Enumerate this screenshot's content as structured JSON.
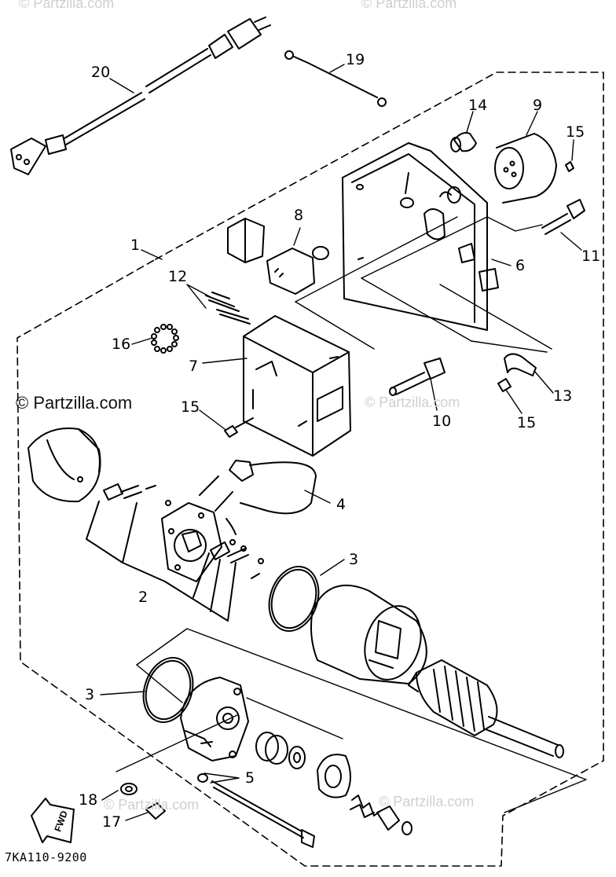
{
  "watermarks": {
    "primary": "© Partzilla.com",
    "faint": "© Partzilla.com"
  },
  "diagram_code": "7KA110-9200",
  "fwd_label": "FWD",
  "callouts": {
    "c1": "1",
    "c2": "2",
    "c3a": "3",
    "c3b": "3",
    "c4": "4",
    "c5": "5",
    "c6": "6",
    "c7": "7",
    "c8": "8",
    "c9": "9",
    "c10": "10",
    "c11": "11",
    "c12": "12",
    "c13": "13",
    "c14": "14",
    "c15a": "15",
    "c15b": "15",
    "c15c": "15",
    "c16": "16",
    "c17": "17",
    "c18": "18",
    "c19": "19",
    "c20": "20"
  }
}
